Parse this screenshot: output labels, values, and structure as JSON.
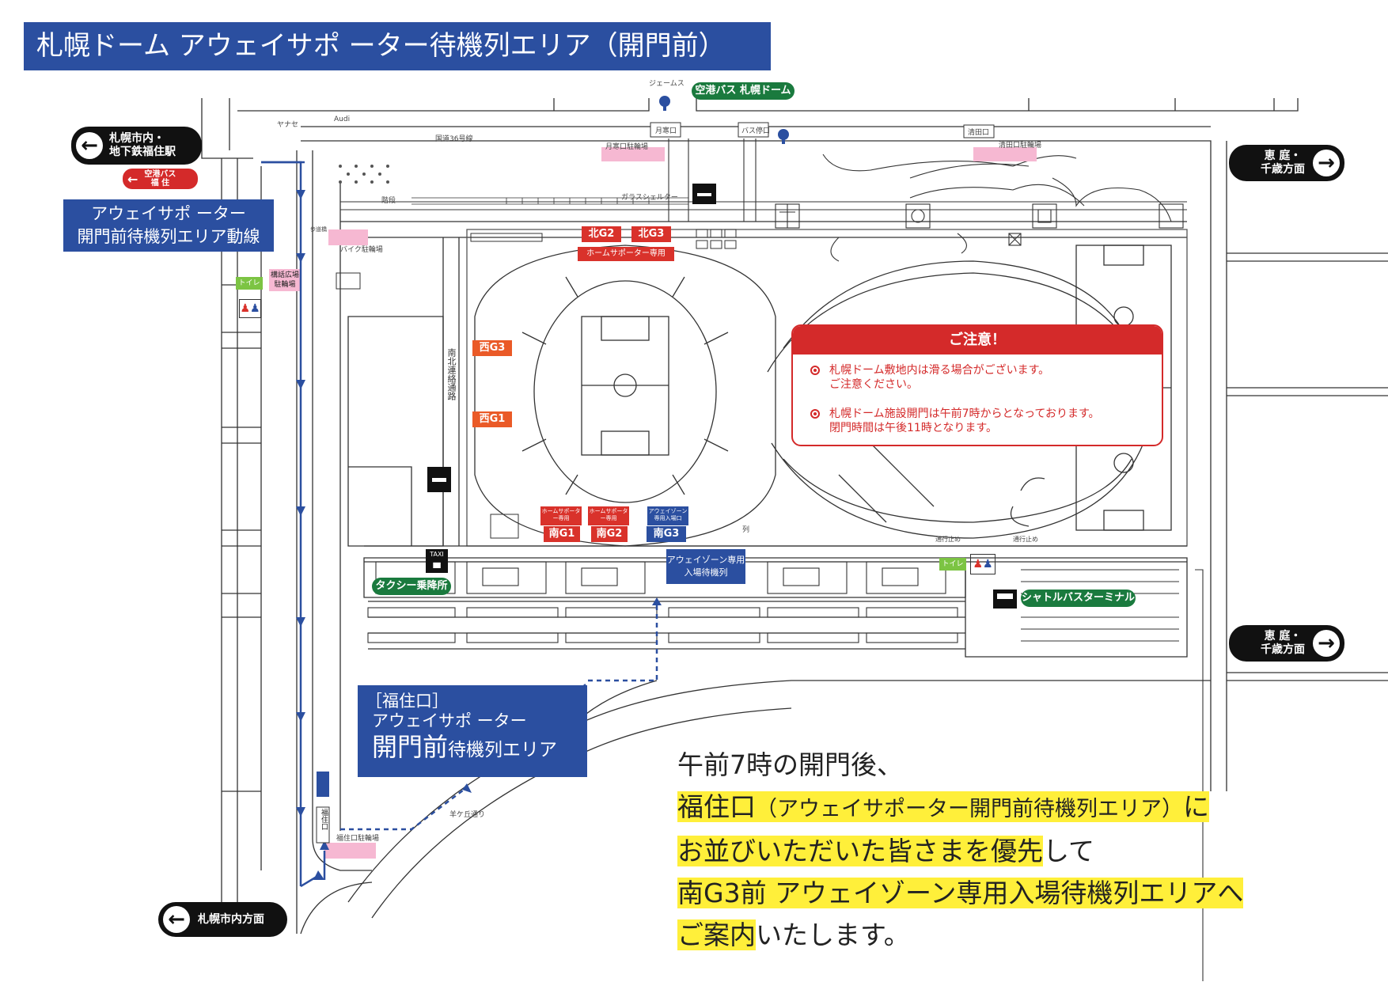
{
  "title": "札幌ドーム アウェイサポ ーター待機列エリア（開門前）",
  "directions": {
    "nw_line1": "札幌市内・",
    "nw_line2": "地下鉄福住駅",
    "airport_bus_fukuzumi_line1": "空港バス",
    "airport_bus_fukuzumi_line2": "福 住",
    "ne_line1": "恵 庭・",
    "ne_line2": "千歳方面",
    "e_line1": "恵 庭・",
    "e_line2": "千歳方面",
    "sw": "札幌市内方面"
  },
  "route_box": {
    "line1": "アウェイサポ ーター",
    "line2": "開門前待機列エリア動線"
  },
  "area_box": {
    "line1": "［福住口］",
    "line2": "アウェイサポ ーター",
    "line3_big": "開門前",
    "line3_small": "待機列エリア"
  },
  "gates": {
    "north_g2": "北G2",
    "north_g3": "北G3",
    "home_only": "ホームサポーター専用",
    "west_g3": "西G3",
    "west_g1": "西G1",
    "south_g1": "南G1",
    "south_g2": "南G2",
    "south_g3": "南G3",
    "south_g1_tag": "ホームサポーター専用",
    "south_g2_tag": "ホームサポーター専用",
    "south_g3_tag": "アウェイゾーン専用入場口",
    "away_zone_queue_line1": "アウェイゾーン専用",
    "away_zone_queue_line2": "入場待機列"
  },
  "places": {
    "james": "ジェームス",
    "airport_bus_dome": "空港バス 札幌ドーム",
    "tsukisamu_gate": "月寒口",
    "bus_stop": "バス停口",
    "kiyota_gate": "清田口",
    "kiyota_bike": "清田口駐輪場",
    "tsukisamu_bike": "月寒口駐輪場",
    "route36": "国道36号線",
    "yanase": "ヤナセ",
    "audi": "Audi",
    "glass_shelter": "ガラスシェルター",
    "stairs": "階段",
    "footpath": "歩道橋",
    "bike_parking": "バイク駐輪場",
    "toilet": "トイレ",
    "bridge_bike_line1": "構話広場",
    "bridge_bike_line2": "駐輪場",
    "ns_passage": "南北連絡通路",
    "taxi": "TAXI",
    "taxi_stand": "タクシー乗降所",
    "shuttle": "シャトルバスターミナル",
    "road_closed_1": "通行止め",
    "road_closed_2": "通行止め",
    "toilet_2": "トイレ",
    "fukuzumi_gate": "福住口",
    "fukuzumi_bike": "福住口駐輪場",
    "hitsujigaoka": "羊ケ丘通り",
    "column": "列"
  },
  "caution": {
    "heading": "ご注意！",
    "item1_line1": "札幌ドーム敷地内は滑る場合がございます。",
    "item1_line2": "ご注意ください。",
    "item2_line1": "札幌ドーム施設開門は午前7時からとなっております。",
    "item2_line2": "閉門時間は午後11時となります。"
  },
  "notice": {
    "line1": "午前7時の開門後、",
    "line2_big": "福住口",
    "line2_small": "（アウェイサポーター開門前待機列エリア）",
    "line2_end": "に",
    "line3_hl": "お並びいただいた皆さまを優先",
    "line3_end": "して",
    "line4": "南G3前 アウェイゾーン専用入場待機列エリアへ",
    "line5_hl": "ご案内",
    "line5_end": "いたします。"
  },
  "colors": {
    "navy": "#2b4fa0",
    "red": "#d9322b",
    "orange": "#ea5a27",
    "green": "#1a7a3e",
    "highlight": "#ffef3a",
    "pink": "#f6b8d2"
  }
}
